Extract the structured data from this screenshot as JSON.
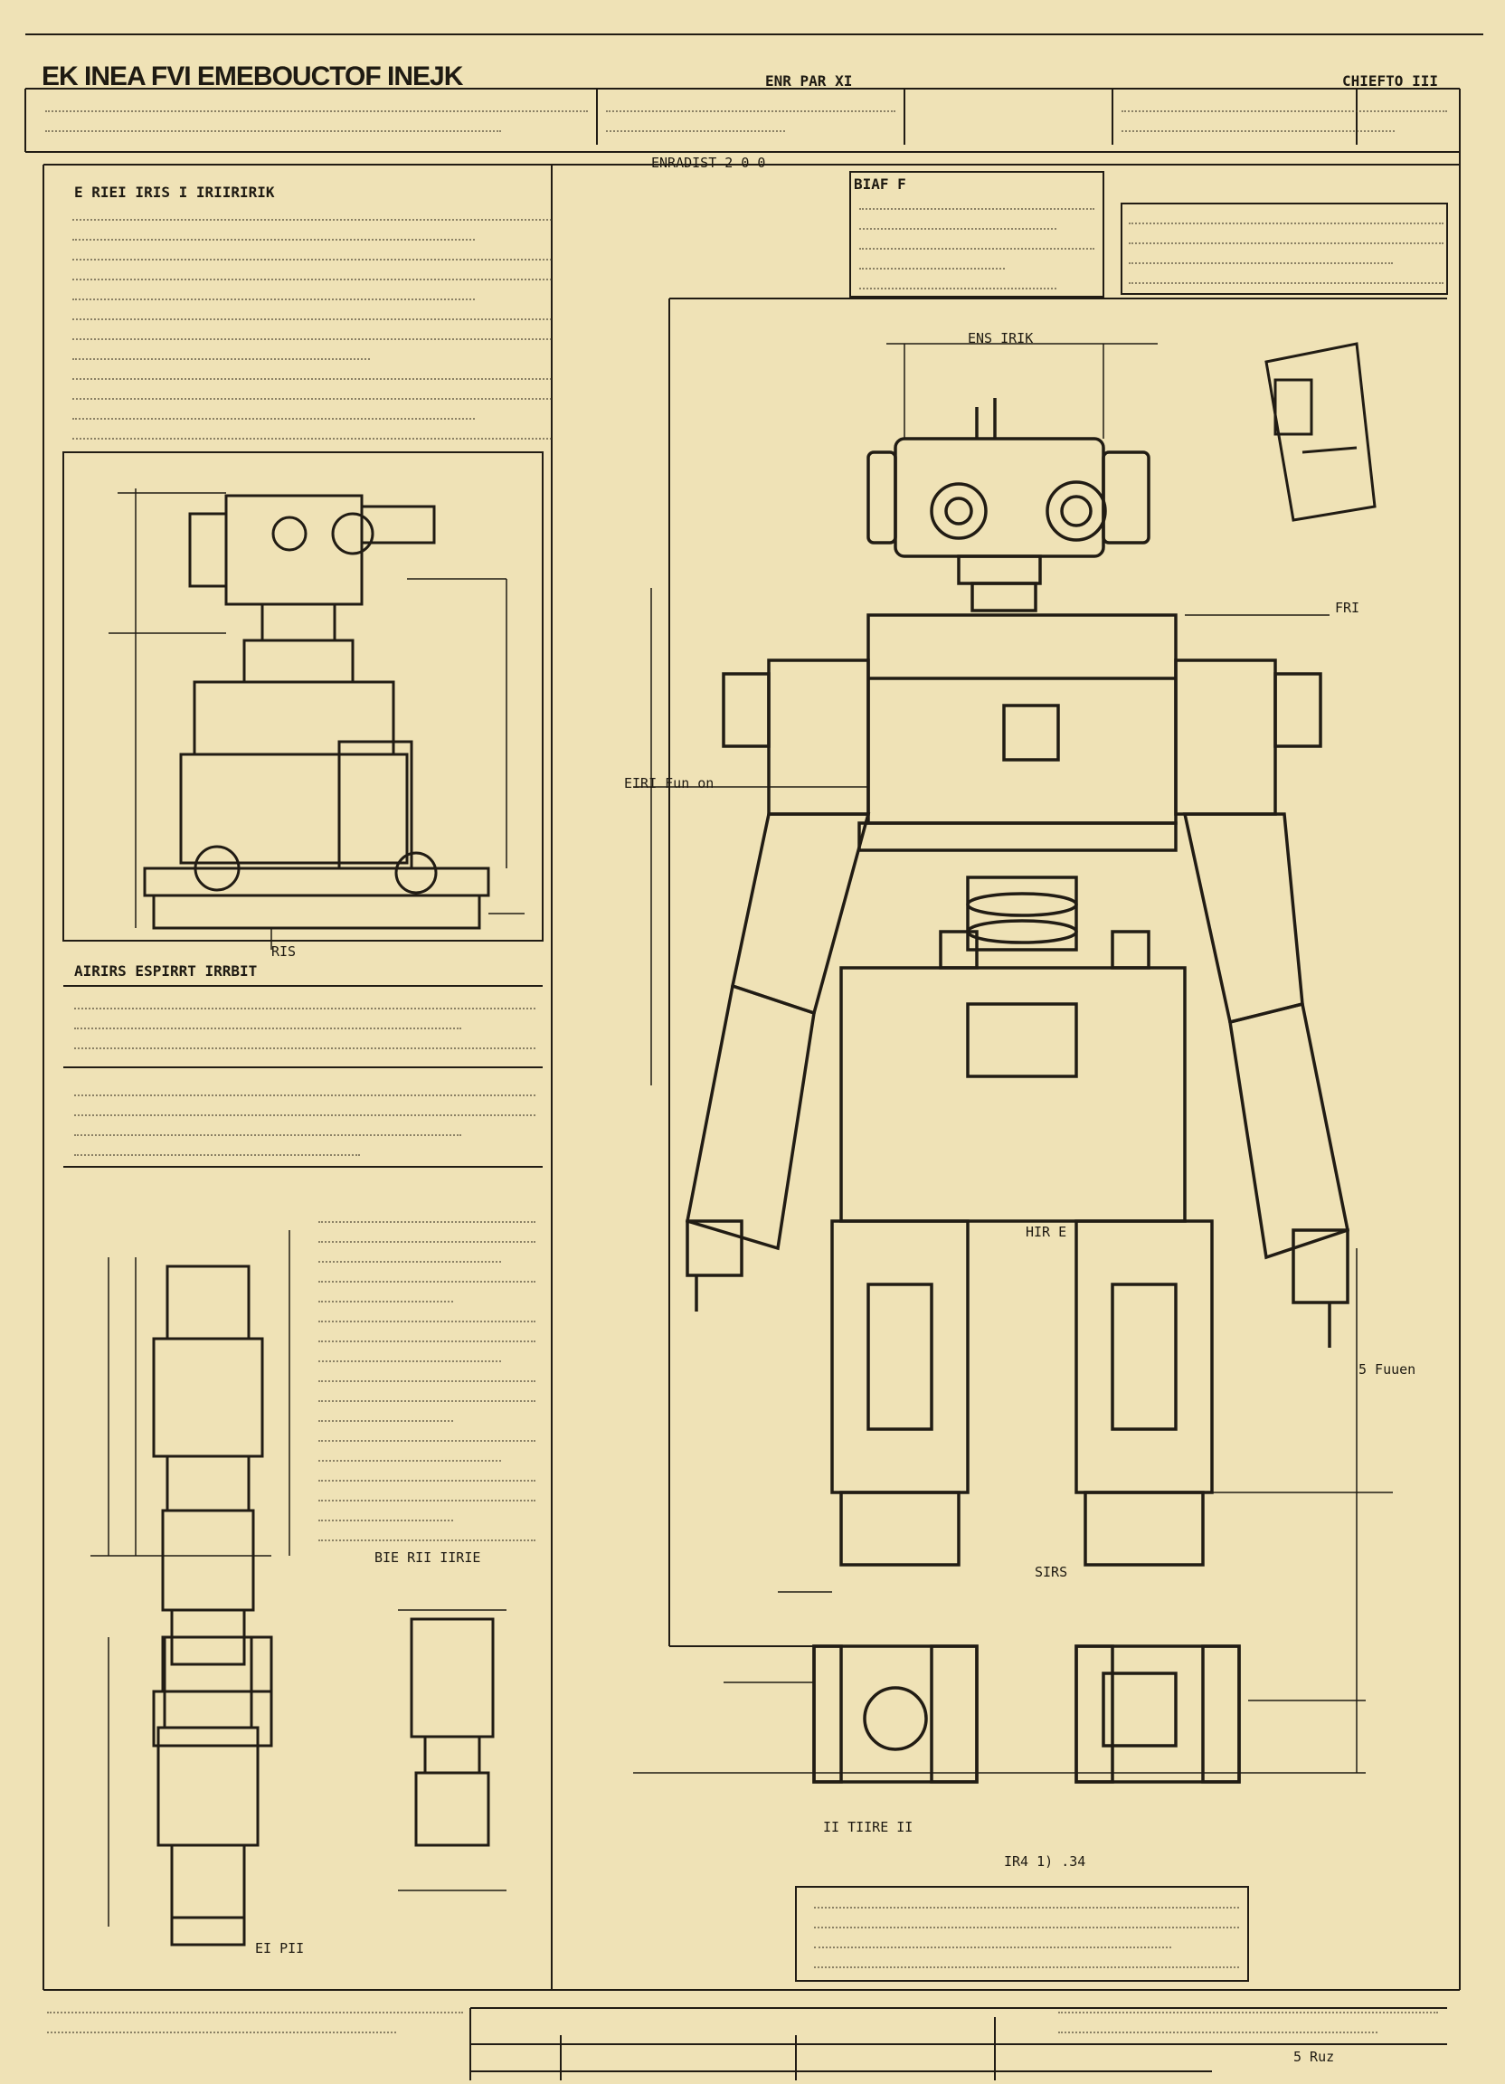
{
  "sheet": {
    "title": "EK INEA FVI EMEBOUCTOF INEJK",
    "top_center_label": "ENR PAR XI",
    "top_right_label": "CHIEFTO III",
    "colors": {
      "paper": "#efe2b6",
      "ink": "#211c14"
    }
  },
  "labels": {
    "top_center_small": "ENRADIST 2 0 0",
    "head_callout": "ENS IRIK",
    "head_box_title": "BIAF F",
    "panel_left_title": "E RIEI IRIS I IRIIRIRIK",
    "spec_heading": "AIRIRS ESPIRRT IRRBIT",
    "side_view_caption": "RIS",
    "torso_note": "HIR E",
    "torso_left_dim": "EIRI Fun on",
    "lower_left_caption": "BIE RII IIRIE",
    "bottom_dim": "IR4 1) .34",
    "bottom_caption_1": "II TIIRE II",
    "small_fig_caption": "EI PII",
    "right_note_1": "FRI",
    "right_note_2": "SIRS",
    "right_note_3": "5 Fuuen",
    "foot_note": "5 Ruz"
  }
}
